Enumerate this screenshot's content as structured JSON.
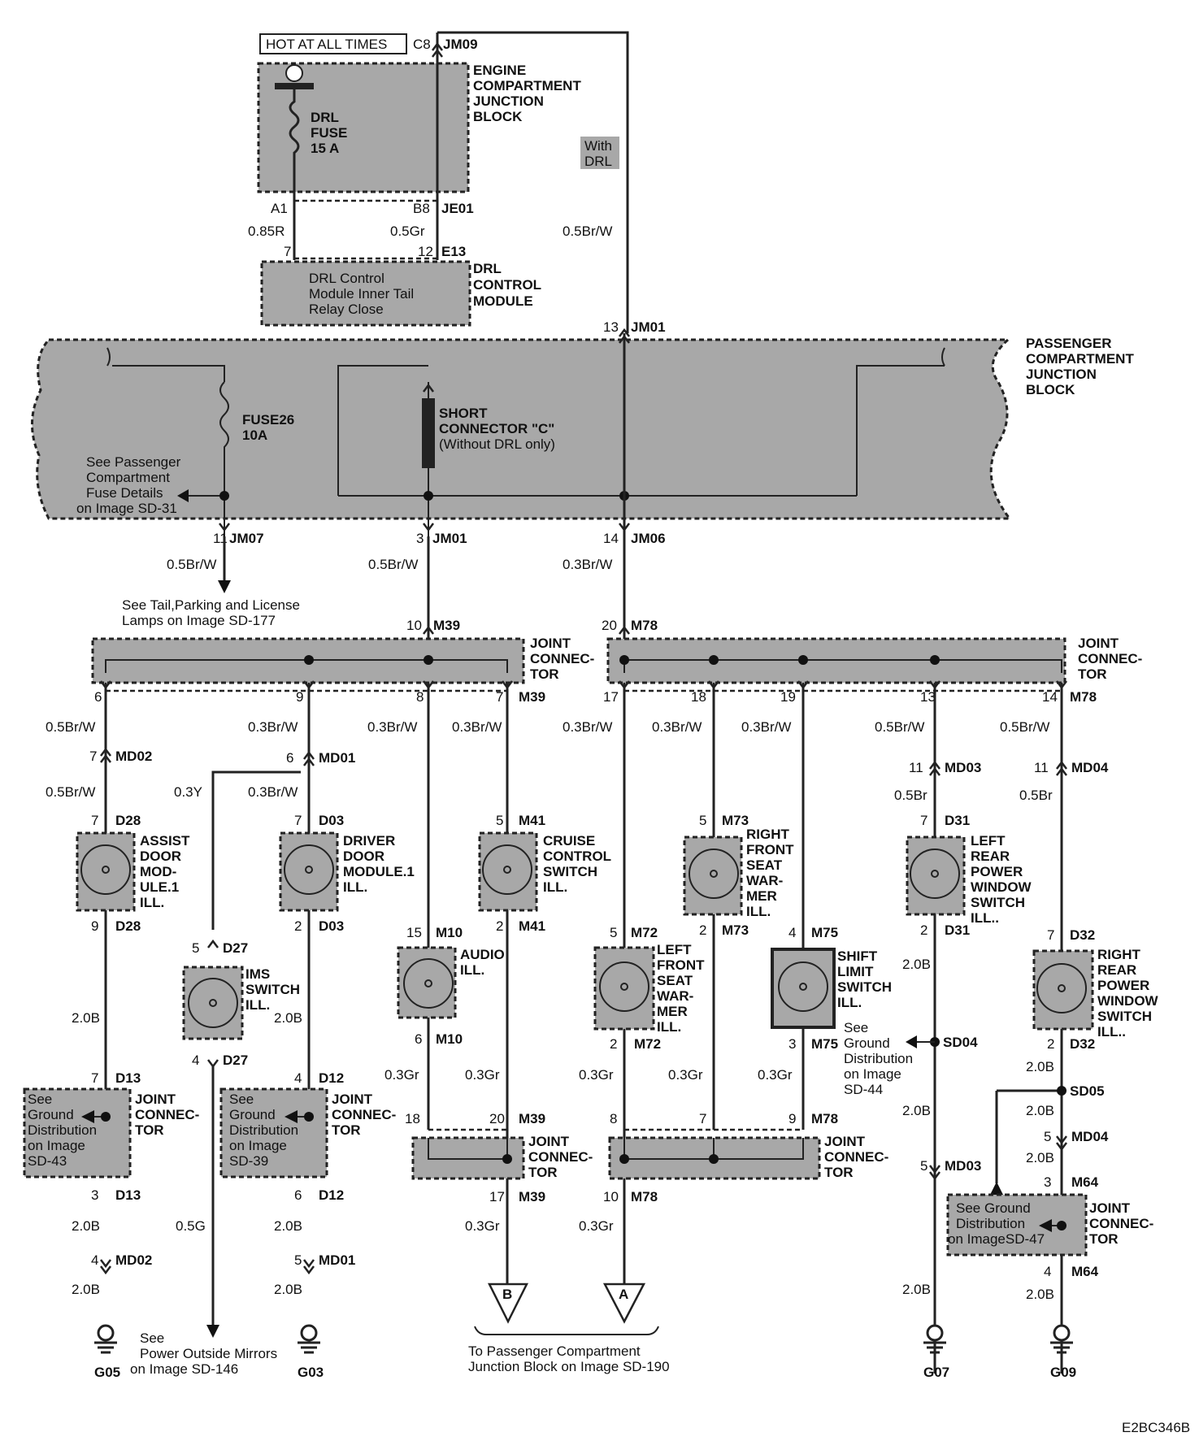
{
  "hot_label": "HOT AT ALL TIMES",
  "ecjb_label": [
    "ENGINE",
    "COMPARTMENT",
    "JUNCTION",
    "BLOCK"
  ],
  "drl_fuse": [
    "DRL",
    "FUSE",
    "15 A"
  ],
  "with_drl": [
    "With",
    "DRL"
  ],
  "drl_module_inner": [
    "DRL Control",
    "Module Inner Tail",
    "Relay Close"
  ],
  "drl_module_label": [
    "DRL",
    "CONTROL",
    "MODULE"
  ],
  "pcjb_label": [
    "PASSENGER",
    "COMPARTMENT",
    "JUNCTION",
    "BLOCK"
  ],
  "fuse26": [
    "FUSE26",
    "10A"
  ],
  "short_conn": [
    "SHORT",
    "CONNECTOR \"C\"",
    "(Without DRL only)"
  ],
  "see_pc_fuse": [
    "See Passenger",
    "Compartment",
    "Fuse Details",
    "on Image SD-31"
  ],
  "see_tail": [
    "See Tail,Parking and License",
    "Lamps  on Image  SD-177"
  ],
  "joint_connector": [
    "JOINT",
    "CONNEC-",
    "TOR"
  ],
  "components": {
    "assist": [
      "ASSIST",
      "DOOR",
      "MOD-",
      "ULE.1",
      "ILL."
    ],
    "driver": [
      "DRIVER",
      "DOOR",
      "MODULE.1",
      "ILL."
    ],
    "ims": [
      "IMS",
      "SWITCH",
      "ILL."
    ],
    "audio": [
      "AUDIO",
      "ILL."
    ],
    "cruise": [
      "CRUISE",
      "CONTROL",
      "SWITCH",
      "ILL."
    ],
    "lfseat": [
      "LEFT",
      "FRONT",
      "SEAT",
      "WAR-",
      "MER",
      "ILL."
    ],
    "rfseat": [
      "RIGHT",
      "FRONT",
      "SEAT",
      "WAR-",
      "MER",
      "ILL."
    ],
    "shift": [
      "SHIFT",
      "LIMIT",
      "SWITCH",
      "ILL."
    ],
    "lrpw": [
      "LEFT",
      "REAR",
      "POWER",
      "WINDOW",
      "SWITCH",
      "ILL.."
    ],
    "rrpw": [
      "RIGHT",
      "REAR",
      "POWER",
      "WINDOW",
      "SWITCH",
      "ILL.."
    ]
  },
  "see_ground": {
    "sd43": [
      "See",
      "Ground",
      "Distribution",
      "on Image",
      "SD-43"
    ],
    "sd39": [
      "See",
      "Ground",
      "Distribution",
      "on Image",
      "SD-39"
    ],
    "sd44": [
      "See",
      "Ground",
      "Distribution",
      "on Image",
      "SD-44"
    ],
    "sd47": [
      "See Ground",
      "Distribution",
      "on ImageSD-47"
    ]
  },
  "see_mirrors": [
    "See",
    "Power Outside Mirrors",
    "on Image SD-146"
  ],
  "to_pcjb": [
    "To Passenger Compartment",
    "Junction Block  on Image SD-190"
  ],
  "grounds": [
    "G05",
    "G03",
    "G07",
    "G09"
  ],
  "arrows": [
    "B",
    "A"
  ],
  "ref_code": "E2BC346B",
  "conn": {
    "c8": "C8",
    "jm09": "JM09",
    "a1": "A1",
    "b8": "B8",
    "je01": "JE01",
    "w085r": "0.85R",
    "w05gr": "0.5Gr",
    "p7": "7",
    "p12": "12",
    "e13": "E13",
    "w05brw": "0.5Br/W",
    "w03brw": "0.3Br/W",
    "p13": "13",
    "jm01": "JM01",
    "p11": "11",
    "jm07": "JM07",
    "p3": "3",
    "p14": "14",
    "jm06": "JM06",
    "p10": "10",
    "m39": "M39",
    "p20": "20",
    "m78": "M78",
    "p6": "6",
    "p9": "9",
    "p8": "8",
    "p17": "17",
    "p18": "18",
    "p19": "19",
    "md02": "MD02",
    "md01": "MD01",
    "md03": "MD03",
    "md04": "MD04",
    "w03y": "0.3Y",
    "w05br": "0.5Br",
    "d28": "D28",
    "d03": "D03",
    "m41": "M41",
    "m73": "M73",
    "d31": "D31",
    "d27": "D27",
    "p5": "5",
    "p2": "2",
    "p15": "15",
    "m10": "M10",
    "m72": "M72",
    "p4": "4",
    "m75": "M75",
    "d32": "D32",
    "w20b": "2.0B",
    "sd04": "SD04",
    "sd05": "SD05",
    "d13": "D13",
    "d12": "D12",
    "w03gr": "0.3Gr",
    "w05g": "0.5G",
    "m64": "M64"
  }
}
